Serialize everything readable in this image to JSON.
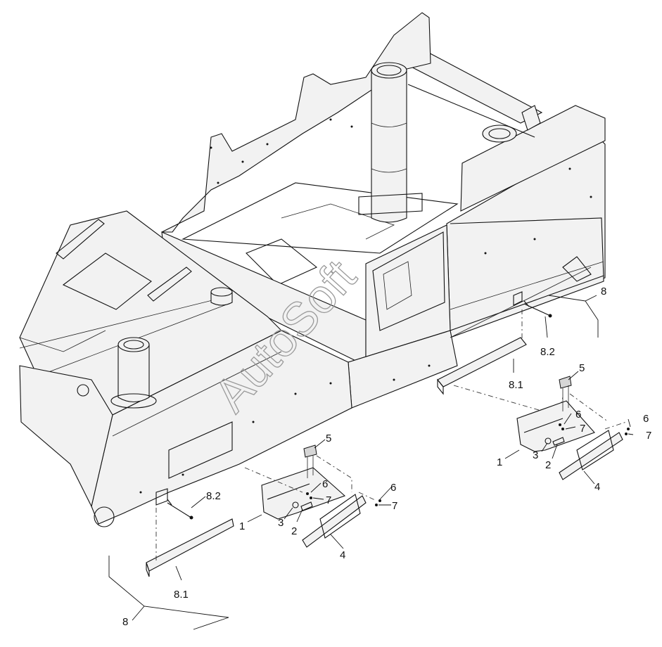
{
  "watermark": "AutoSoft",
  "callouts": [
    {
      "id": "callout-8-right",
      "text": "8"
    },
    {
      "id": "callout-8-2-right",
      "text": "8.2"
    },
    {
      "id": "callout-8-1-right",
      "text": "8.1"
    },
    {
      "id": "callout-5-right",
      "text": "5"
    },
    {
      "id": "callout-6-right-a",
      "text": "6"
    },
    {
      "id": "callout-7-right-a",
      "text": "7"
    },
    {
      "id": "callout-6-right-b",
      "text": "6"
    },
    {
      "id": "callout-7-right-b",
      "text": "7"
    },
    {
      "id": "callout-1-right",
      "text": "1"
    },
    {
      "id": "callout-3-right",
      "text": "3"
    },
    {
      "id": "callout-2-right",
      "text": "2"
    },
    {
      "id": "callout-4-right",
      "text": "4"
    },
    {
      "id": "callout-5-left",
      "text": "5"
    },
    {
      "id": "callout-6-left-a",
      "text": "6"
    },
    {
      "id": "callout-7-left-a",
      "text": "7"
    },
    {
      "id": "callout-6-left-b",
      "text": "6"
    },
    {
      "id": "callout-7-left-b",
      "text": "7"
    },
    {
      "id": "callout-8-2-left",
      "text": "8.2"
    },
    {
      "id": "callout-1-left",
      "text": "1"
    },
    {
      "id": "callout-3-left",
      "text": "3"
    },
    {
      "id": "callout-2-left",
      "text": "2"
    },
    {
      "id": "callout-4-left",
      "text": "4"
    },
    {
      "id": "callout-8-1-left",
      "text": "8.1"
    },
    {
      "id": "callout-8-left",
      "text": "8"
    }
  ]
}
